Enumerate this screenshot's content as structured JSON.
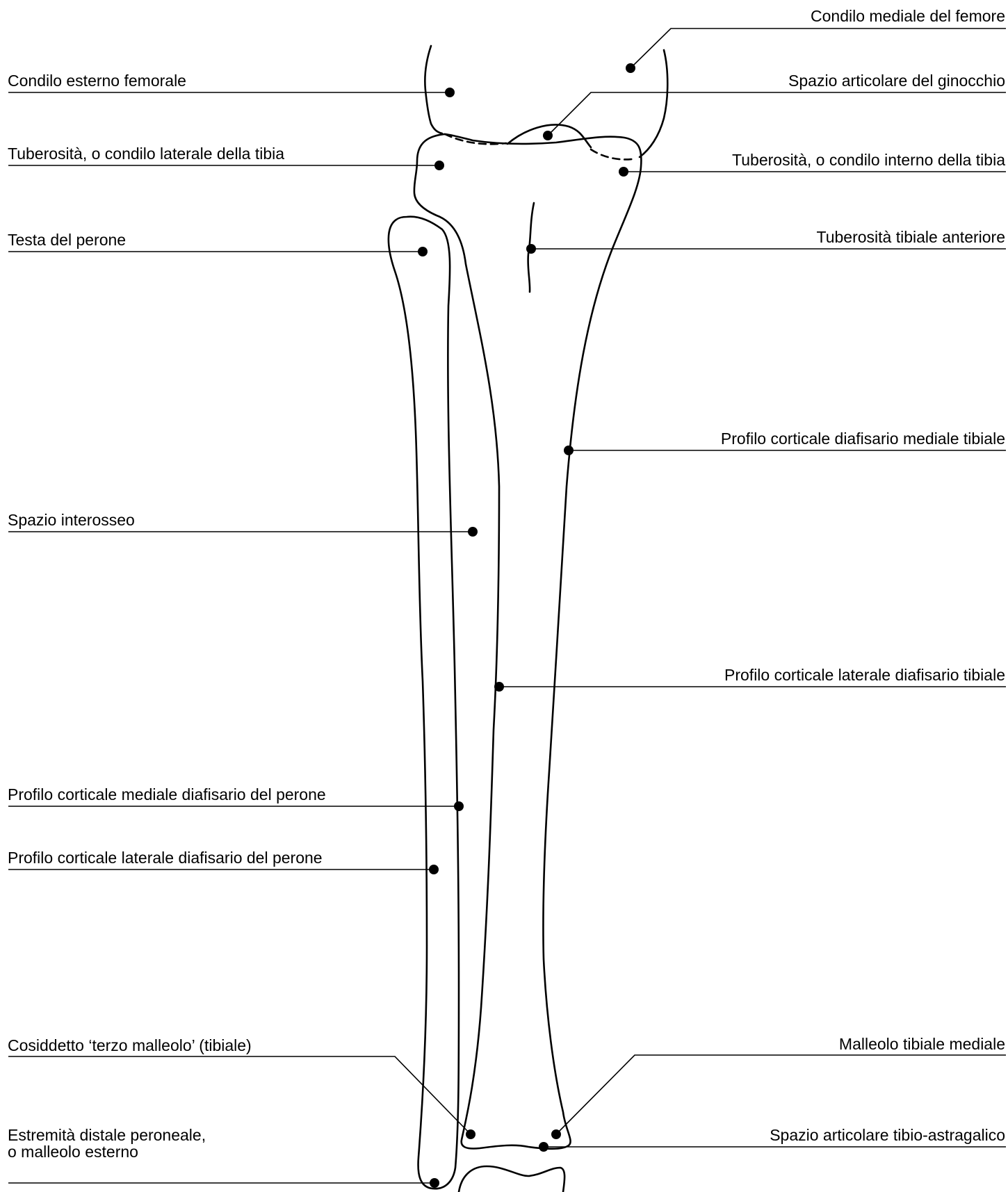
{
  "labels": {
    "condilo_mediale_femore": "Condilo mediale del femore",
    "condilo_esterno_femorale": "Condilo esterno femorale",
    "spazio_articolare_ginocchio": "Spazio articolare del ginocchio",
    "tuberosita_condilo_laterale": "Tuberosità, o condilo laterale della tibia",
    "tuberosita_condilo_interno": "Tuberosità, o condilo interno della tibia",
    "testa_perone": "Testa del perone",
    "tuberosita_tibiale_anteriore": "Tuberosità tibiale anteriore",
    "profilo_mediale_tibiale": "Profilo corticale diafisario mediale tibiale",
    "spazio_interosseo": "Spazio interosseo",
    "profilo_laterale_tibiale": "Profilo corticale laterale diafisario tibiale",
    "profilo_mediale_perone": "Profilo corticale mediale diafisario del perone",
    "profilo_laterale_perone": "Profilo corticale laterale diafisario del perone",
    "terzo_malleolo": "Cosiddetto ‘terzo malleolo’ (tibiale)",
    "malleolo_tibiale_mediale": "Malleolo tibiale mediale",
    "estremita_distale_line1": "Estremità distale peroneale,",
    "estremita_distale_line2": "o malleolo esterno",
    "spazio_tibio_astragalico": "Spazio articolare tibio-astragalico"
  }
}
